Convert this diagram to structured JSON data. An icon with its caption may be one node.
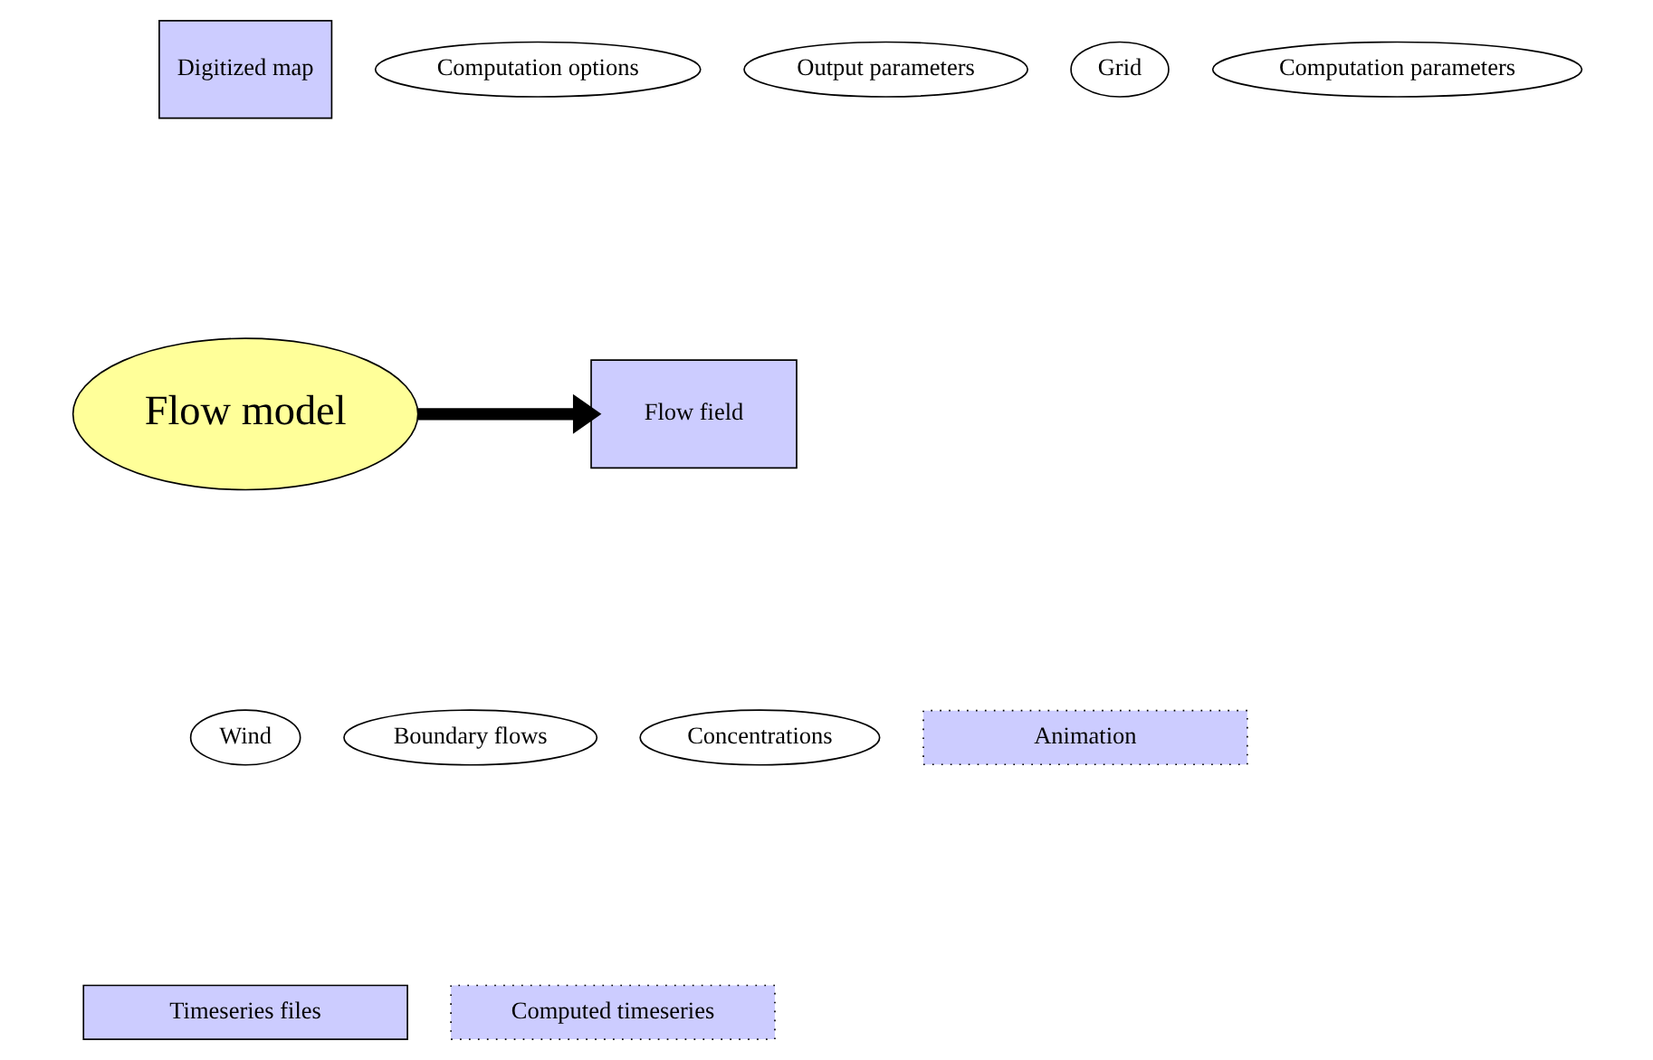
{
  "diagram": {
    "nodes": [
      {
        "text": [
          "Digitized map"
        ]
      },
      {
        "text": [
          "Computation options"
        ]
      },
      {
        "text": [
          "Output parameters"
        ]
      },
      {
        "text": [
          "Grid"
        ]
      },
      {
        "text": [
          "Computation parameters"
        ]
      },
      {
        "text": [
          "Flow model"
        ]
      },
      {
        "text": [
          "Flow field"
        ]
      },
      {
        "text": [
          "Wind"
        ]
      },
      {
        "text": [
          "Boundary flows"
        ]
      },
      {
        "text": [
          "Concentrations"
        ]
      },
      {
        "text": [
          "Animation"
        ]
      },
      {
        "text": [
          "Timeseries files"
        ]
      },
      {
        "text": [
          "Computed timeseries"
        ]
      }
    ],
    "edges": [
      {
        "from": 5,
        "to": 6,
        "arrow": "to"
      }
    ]
  }
}
